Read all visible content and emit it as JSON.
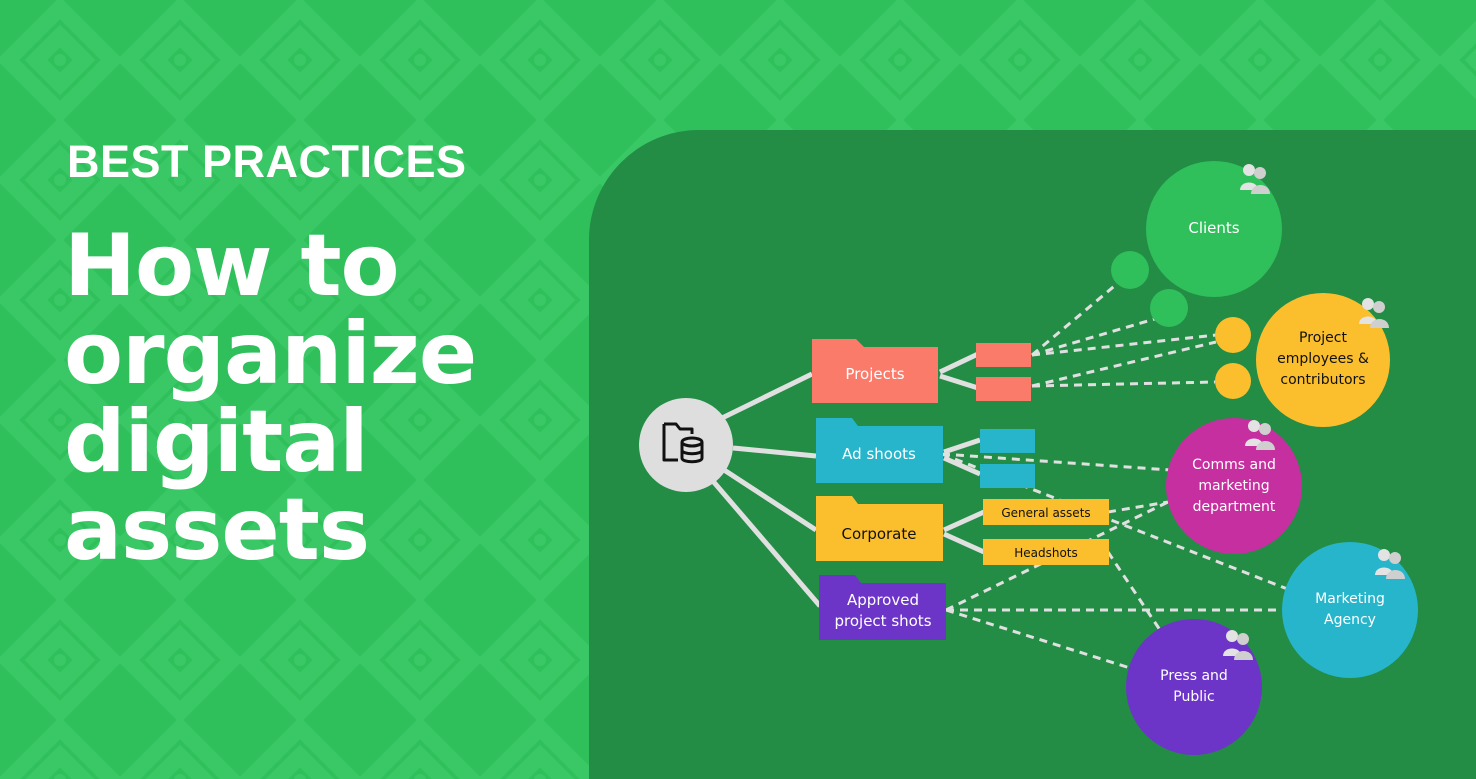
{
  "kicker": "BEST PRACTICES",
  "headline": [
    "How to",
    "organize",
    "digital",
    "assets"
  ],
  "colors": {
    "background": "#2fbf5b",
    "panel": "#238c45",
    "projects": "#fb7b6b",
    "ad_shoots": "#27b5cc",
    "corporate": "#fbbf2e",
    "approved": "#6d35c7",
    "clients": "#2fbf5b",
    "employees": "#fbbf2e",
    "comms": "#c62fa0",
    "agency": "#27b5cc",
    "press": "#6d35c7",
    "connector": "#e0e0e0"
  },
  "diagram": {
    "root_icon": "folder-database-icon",
    "folders": {
      "projects": "Projects",
      "ad_shoots": "Ad shoots",
      "corporate": "Corporate",
      "approved": [
        "Approved",
        "project shots"
      ]
    },
    "subfolders": {
      "general_assets": "General assets",
      "headshots": "Headshots"
    },
    "audiences": {
      "clients": [
        "Clients"
      ],
      "employees": [
        "Project",
        "employees &",
        "contributors"
      ],
      "comms": [
        "Comms and",
        "marketing",
        "department"
      ],
      "agency": [
        "Marketing",
        "Agency"
      ],
      "press": [
        "Press and",
        "Public"
      ]
    },
    "audience_icon": "user-group-icon"
  }
}
